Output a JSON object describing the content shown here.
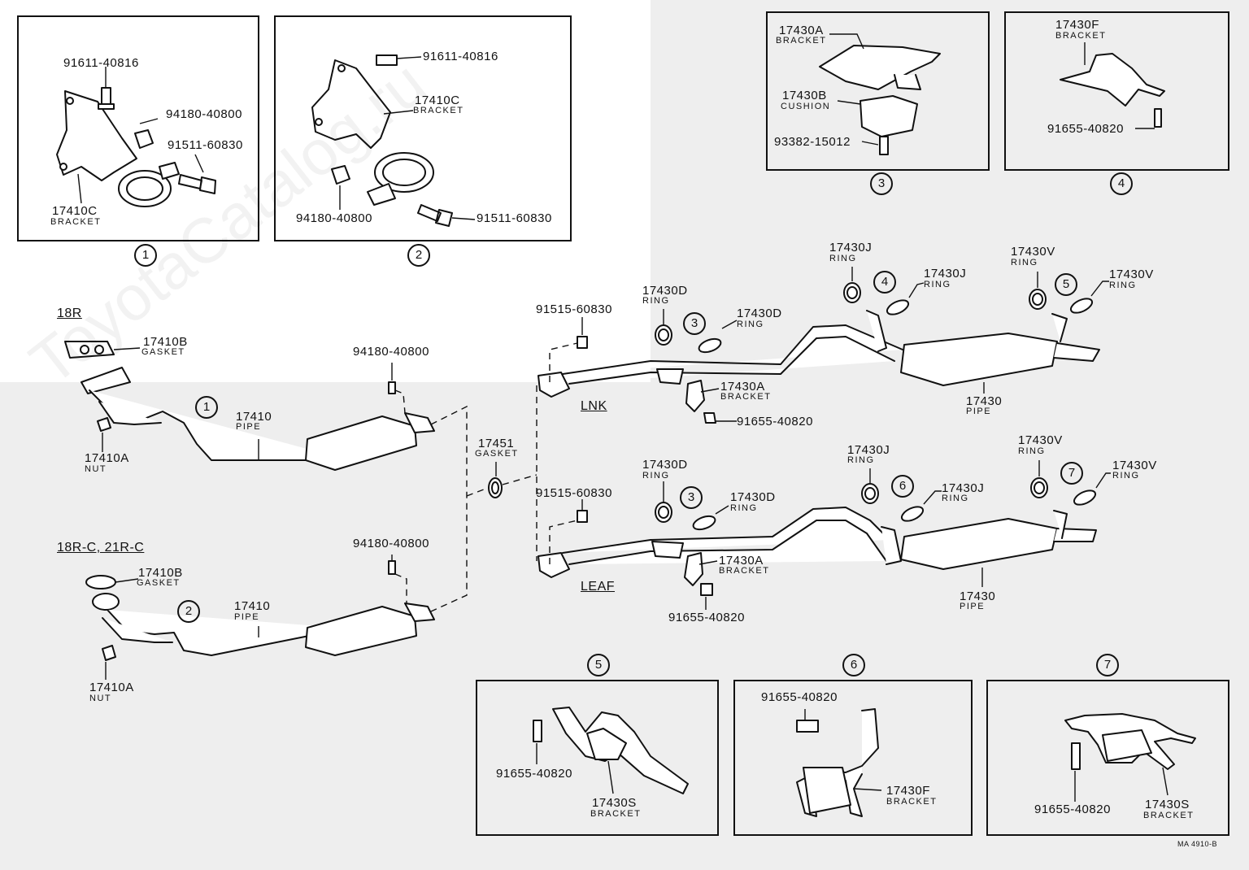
{
  "watermark": "ToyotaCatalog.ru",
  "engine_labels": {
    "engine_a": "18R",
    "engine_b": "18R-C, 21R-C"
  },
  "suspension_labels": {
    "link": "LNK",
    "leaf": "LEAF"
  },
  "inset_numbers": [
    "1",
    "2",
    "3",
    "4",
    "5",
    "6",
    "7"
  ],
  "drawing_code": "MA 4910-B",
  "insets": {
    "i1": {
      "p1": "91611-40816",
      "p2": "94180-40800",
      "p3": "91511-60830",
      "p4": "17410C",
      "p4_sub": "BRACKET"
    },
    "i2": {
      "p1": "91611-40816",
      "p2": "17410C",
      "p2_sub": "BRACKET",
      "p3": "94180-40800",
      "p4": "91511-60830"
    },
    "i3": {
      "p1": "17430A",
      "p1_sub": "BRACKET",
      "p2": "17430B",
      "p2_sub": "CUSHION",
      "p3": "93382-15012"
    },
    "i4": {
      "p1": "17430F",
      "p1_sub": "BRACKET",
      "p2": "91655-40820"
    },
    "i5": {
      "p1": "91655-40820",
      "p2": "17430S",
      "p2_sub": "BRACKET"
    },
    "i6": {
      "p1": "91655-40820",
      "p2": "17430F",
      "p2_sub": "BRACKET"
    },
    "i7": {
      "p1": "91655-40820",
      "p2": "17430S",
      "p2_sub": "BRACKET"
    }
  },
  "front": {
    "a": {
      "gasket": "17410B",
      "gasket_sub": "GASKET",
      "nut": "17410A",
      "nut_sub": "NUT",
      "pipe": "17410",
      "pipe_sub": "PIPE",
      "bolt": "94180-40800"
    },
    "b": {
      "gasket": "17410B",
      "gasket_sub": "GASKET",
      "nut": "17410A",
      "nut_sub": "NUT",
      "pipe": "17410",
      "pipe_sub": "PIPE",
      "bolt": "94180-40800"
    },
    "center_gasket": "17451",
    "center_gasket_sub": "GASKET"
  },
  "rear_link": {
    "bolt_top": "91515-60830",
    "ring_d1": "17430D",
    "ring_d1_sub": "RING",
    "ring_d2": "17430D",
    "ring_d2_sub": "RING",
    "ring_j1": "17430J",
    "ring_j1_sub": "RING",
    "ring_j2": "17430J",
    "ring_j2_sub": "RING",
    "ring_v1": "17430V",
    "ring_v1_sub": "RING",
    "ring_v2": "17430V",
    "ring_v2_sub": "RING",
    "bracket": "17430A",
    "bracket_sub": "BRACKET",
    "bolt": "91655-40820",
    "pipe": "17430",
    "pipe_sub": "PIPE"
  },
  "rear_leaf": {
    "bolt_top": "91515-60830",
    "ring_d1": "17430D",
    "ring_d1_sub": "RING",
    "ring_d2": "17430D",
    "ring_d2_sub": "RING",
    "ring_j1": "17430J",
    "ring_j1_sub": "RING",
    "ring_j2": "17430J",
    "ring_j2_sub": "RING",
    "ring_v1": "17430V",
    "ring_v1_sub": "RING",
    "ring_v2": "17430V",
    "ring_v2_sub": "RING",
    "bracket": "17430A",
    "bracket_sub": "BRACKET",
    "bolt": "91655-40820",
    "pipe": "17430",
    "pipe_sub": "PIPE"
  }
}
